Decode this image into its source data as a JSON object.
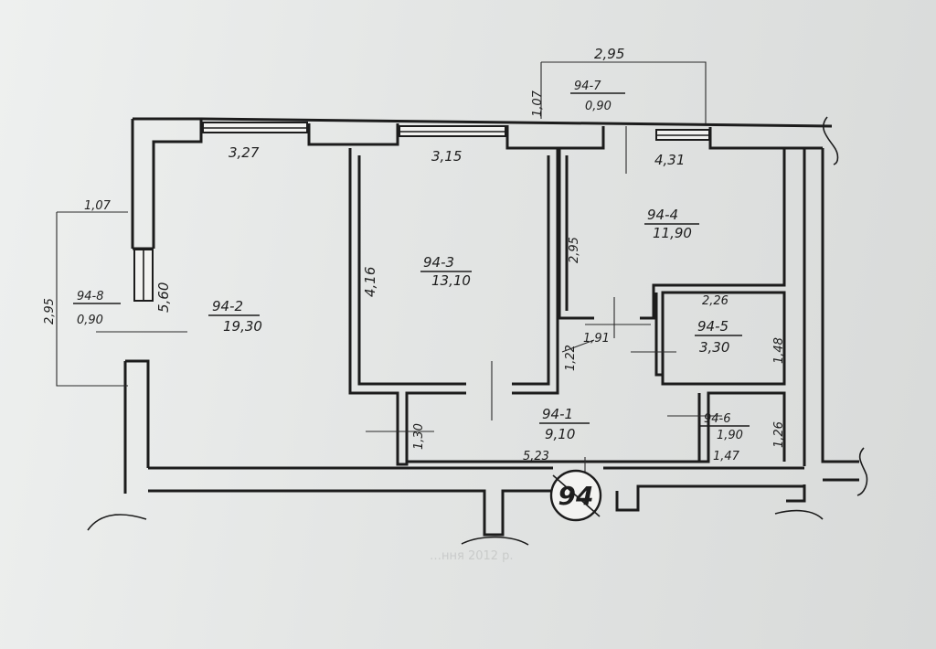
{
  "plan": {
    "stamp": "94",
    "faint_note": "…ння  2012 р.",
    "rooms": {
      "r1": {
        "id": "94-1",
        "area": "9,10"
      },
      "r2": {
        "id": "94-2",
        "area": "19,30"
      },
      "r3": {
        "id": "94-3",
        "area": "13,10"
      },
      "r4": {
        "id": "94-4",
        "area": "11,90"
      },
      "r5": {
        "id": "94-5",
        "area": "3,30"
      },
      "r6": {
        "id": "94-6",
        "area": "1,90"
      },
      "r7": {
        "id": "94-7",
        "area": "0,90"
      },
      "r8": {
        "id": "94-8",
        "area": "0,90"
      }
    },
    "dims": {
      "balcony_top_width": "2,95",
      "balcony_top_depth": "1,07",
      "r2_top": "3,27",
      "r3_top": "3,15",
      "r4_top": "4,31",
      "r4_side": "2,95",
      "r3_side": "4,16",
      "r2_side": "5,60",
      "balcony_left_width": "1,07",
      "balcony_left_depth": "2,95",
      "r5_top": "2,26",
      "r5_side": "1,48",
      "r1_corridor_top": "1,91",
      "r1_corridor_side": "1,22",
      "r1_small_side": "1,30",
      "r1_bottom": "5,23",
      "r6_bottom": "1,47",
      "r6_side": "1,26"
    }
  }
}
